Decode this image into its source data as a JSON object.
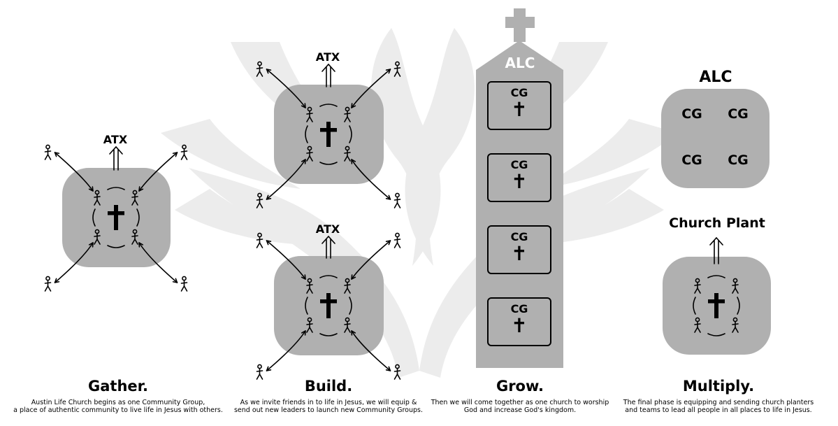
{
  "gather": {
    "label": "ATX",
    "title": "Gather.",
    "desc_line1": "Austin Life Church begins as one Community Group,",
    "desc_line2": "a place of authentic community to live life in Jesus with others."
  },
  "build": {
    "label_top": "ATX",
    "label_bottom": "ATX",
    "title": "Build.",
    "desc_line1": "As we invite friends in to life in Jesus, we will equip &",
    "desc_line2": "send out new leaders to launch new Community Groups."
  },
  "grow": {
    "church_label": "ALC",
    "groups": [
      "CG",
      "CG",
      "CG",
      "CG"
    ],
    "title": "Grow.",
    "desc_line1": "Then we will come together as one church to worship",
    "desc_line2": "God and increase God's kingdom."
  },
  "multiply": {
    "alc_label": "ALC",
    "groups": [
      "CG",
      "CG",
      "CG",
      "CG"
    ],
    "plant_label": "Church Plant",
    "title": "Multiply.",
    "desc_line1": "The final phase is equipping and sending church planters",
    "desc_line2": "and teams to lead all people in all places to life in Jesus."
  },
  "colors": {
    "box": "#b0b0b0",
    "watermark": "#ececec",
    "ink": "#000000",
    "tower": "#b0b0b0"
  }
}
